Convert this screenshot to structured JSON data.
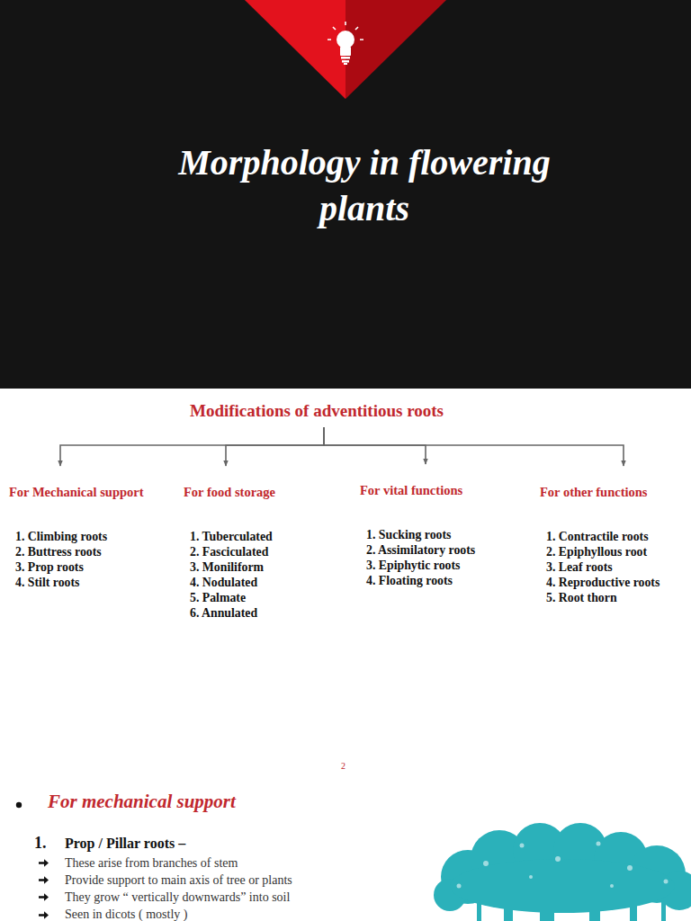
{
  "diagram": {
    "title": "Morphology in flowering plants",
    "nodes": [
      {
        "text": [
          "Modifications of adventitious roots"
        ]
      },
      {
        "text": [
          "For Mechanical support",
          "1. Climbing roots",
          "2. Buttress roots",
          "3. Prop roots",
          "4. Stilt roots"
        ]
      },
      {
        "text": [
          "For food storage",
          "1. Tuberculated",
          "2. Fasciculated",
          "3. Moniliform",
          "4. Nodulated",
          "5. Palmate",
          "6. Annulated"
        ]
      },
      {
        "text": [
          "For vital functions",
          "1. Sucking roots",
          "2. Assimilatory roots",
          "3. Epiphytic roots",
          "4. Floating roots"
        ]
      },
      {
        "text": [
          "For other functions",
          "1. Contractile roots",
          "2. Epiphyllous root",
          "3. Leaf roots",
          "4. Reproductive roots",
          "5. Root thorn"
        ]
      }
    ],
    "edges": [
      {
        "from": 0,
        "to": 1,
        "arrow": "to"
      },
      {
        "from": 0,
        "to": 2,
        "arrow": "to"
      },
      {
        "from": 0,
        "to": 3,
        "arrow": "to"
      },
      {
        "from": 0,
        "to": 4,
        "arrow": "to"
      }
    ],
    "labels": [
      "2",
      "For mechanical support",
      "1.",
      "Prop / Pillar roots –",
      "These arise from branches of stem",
      "Provide support to main axis of tree or plants",
      "They grow “ vertically downwards” into soil",
      "Seen in dicots ( mostly )"
    ]
  }
}
